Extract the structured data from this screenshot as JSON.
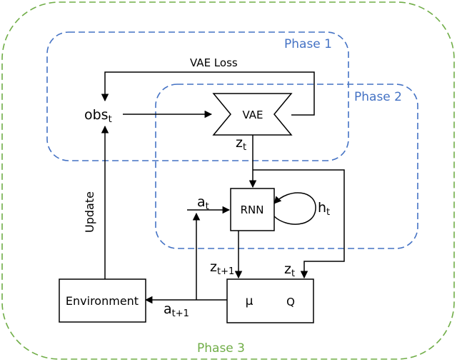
{
  "colors": {
    "phase1": "#4472c4",
    "phase2": "#4472c4",
    "phase3": "#70ad47",
    "ink": "#000000"
  },
  "phases": {
    "phase1": "Phase 1",
    "phase2": "Phase 2",
    "phase3": "Phase 3"
  },
  "nodes": {
    "obs": {
      "base": "obs",
      "sub": "t"
    },
    "vae": "VAE",
    "rnn": "RNN",
    "environment": "Environment",
    "mu": "μ",
    "q": "Q"
  },
  "edges": {
    "vae_loss": "VAE Loss",
    "update": "Update",
    "z_vae": {
      "base": "z",
      "sub": "t"
    },
    "a_in": {
      "base": "a",
      "sub": "t"
    },
    "h_loop": {
      "base": "h",
      "sub": "t"
    },
    "z_next": {
      "base": "z",
      "sub": "t+1"
    },
    "z_direct": {
      "base": "z",
      "sub": "t"
    },
    "a_next": {
      "base": "a",
      "sub": "t+1"
    }
  }
}
